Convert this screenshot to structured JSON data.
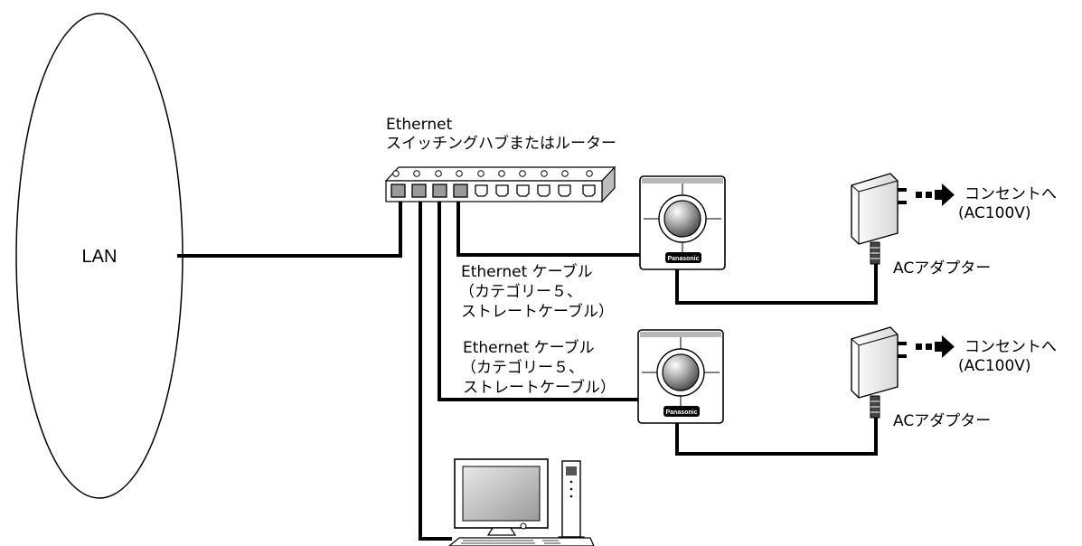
{
  "network": {
    "label": "LAN"
  },
  "switch_hub": {
    "line1": "Ethernet",
    "line2": "スイッチングハブまたはルーター"
  },
  "cables": [
    {
      "line1": "Ethernet ケーブル",
      "line2": "（カテゴリー５、",
      "line3": "ストレートケーブル）"
    },
    {
      "line1": "Ethernet ケーブル",
      "line2": "（カテゴリー５、",
      "line3": "ストレートケーブル）"
    }
  ],
  "cameras": [
    {
      "logo": "Panasonic"
    },
    {
      "logo": "Panasonic"
    }
  ],
  "adapters": [
    {
      "label": "ACアダプター",
      "outlet_line1": "コンセントへ",
      "outlet_line2": "(AC100V)"
    },
    {
      "label": "ACアダプター",
      "outlet_line1": "コンセントへ",
      "outlet_line2": "(AC100V)"
    }
  ],
  "colors": {
    "line": "#000000",
    "fill_light": "#ffffff",
    "fill_gray": "#c8c8c8"
  }
}
